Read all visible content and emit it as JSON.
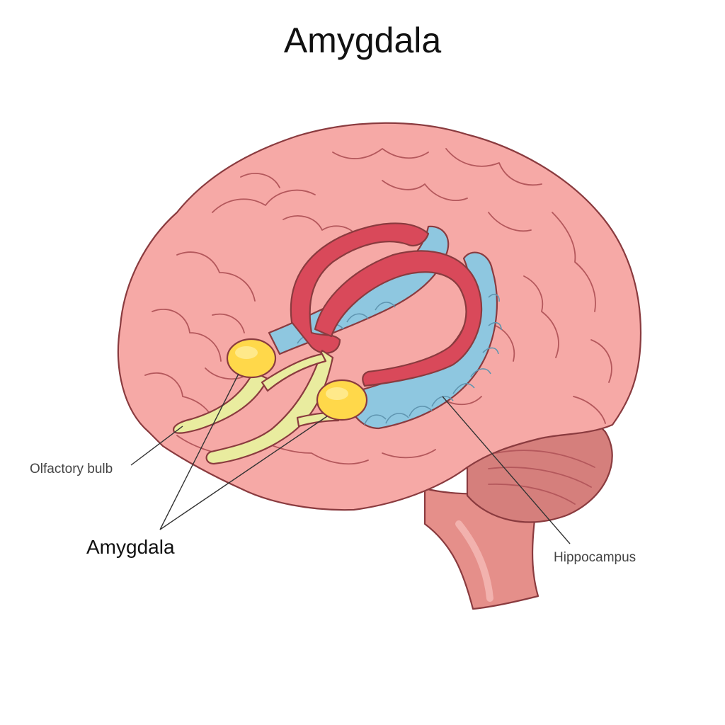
{
  "title": "Amygdala",
  "labels": {
    "olfactory_bulb": "Olfactory bulb",
    "amygdala": "Amygdala",
    "hippocampus": "Hippocampus"
  },
  "colors": {
    "cortex": "#f6a9a6",
    "cortex_shade": "#ee938f",
    "outline": "#8a3b3f",
    "cerebellum": "#d57f7c",
    "brainstem": "#e58f8a",
    "fornix": "#d9495a",
    "hippocampus": "#8ec7e0",
    "amygdala": "#ffd84a",
    "olfactory_tract": "#e9ec9f",
    "text": "#111111"
  }
}
